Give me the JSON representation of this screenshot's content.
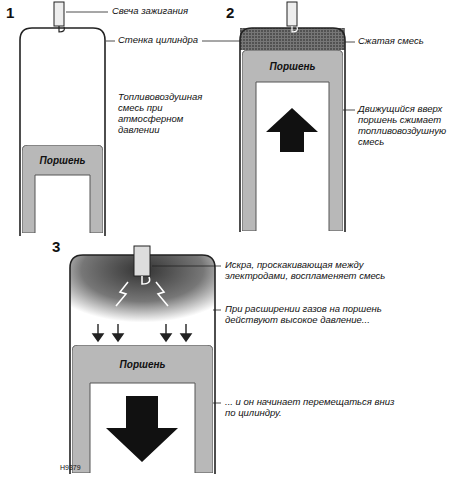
{
  "diagram": {
    "nodes": [
      {
        "text": [
          "Поршень"
        ]
      },
      {
        "text": [
          "Поршень"
        ]
      },
      {
        "text": [
          "Поршень"
        ]
      }
    ],
    "labels": [
      "1",
      "Свеча зажигания",
      "Стенка цилиндра",
      "Топливовоздушная смесь при атмосферном давлении",
      "2",
      "Сжатая смесь",
      "Движущийся вверх поршень сжимает топливовоздушную смесь",
      "3",
      "Искра, проскакивающая между электродами, воспламеняет смесь",
      "При расширении газов на поршень действуют высокое давление...",
      "... и он начинает перемещаться вниз по цилиндру.",
      "H9379"
    ]
  }
}
